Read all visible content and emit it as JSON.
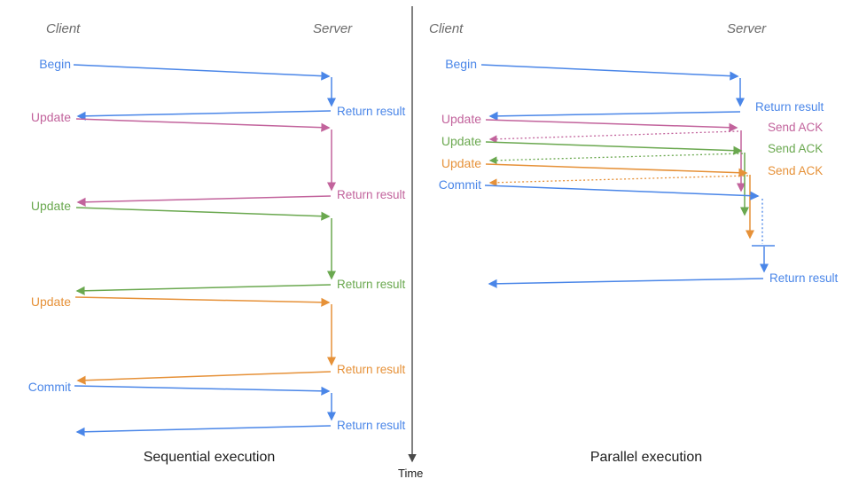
{
  "colors": {
    "blue": "#4a86e8",
    "pink": "#c2639c",
    "green": "#6aa84f",
    "orange": "#e69138",
    "axis": "#4a4a4a",
    "header_gray": "#6b6b6b",
    "title_black": "#1d1d1d"
  },
  "left_panel": {
    "client_header": "Client",
    "server_header": "Server",
    "title": "Sequential execution",
    "messages": [
      {
        "label": "Begin",
        "response": "Return result",
        "color": "blue"
      },
      {
        "label": "Update",
        "response": "Return result",
        "color": "pink"
      },
      {
        "label": "Update",
        "response": "Return result",
        "color": "green"
      },
      {
        "label": "Update",
        "response": "Return result",
        "color": "orange"
      },
      {
        "label": "Commit",
        "response": "Return result",
        "color": "blue"
      }
    ]
  },
  "right_panel": {
    "client_header": "Client",
    "server_header": "Server",
    "title": "Parallel execution",
    "messages": [
      {
        "label": "Begin",
        "response": "Return result",
        "color": "blue"
      },
      {
        "label": "Update",
        "response": "Send ACK",
        "color": "pink"
      },
      {
        "label": "Update",
        "response": "Send ACK",
        "color": "green"
      },
      {
        "label": "Update",
        "response": "Send ACK",
        "color": "orange"
      },
      {
        "label": "Commit",
        "response": "Return result",
        "color": "blue"
      }
    ]
  },
  "time_axis": {
    "label": "Time"
  }
}
